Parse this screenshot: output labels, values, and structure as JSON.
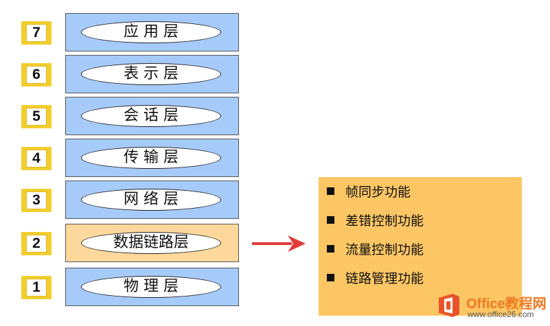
{
  "layers": [
    {
      "number": "7",
      "name": "应 用 层"
    },
    {
      "number": "6",
      "name": "表 示 层"
    },
    {
      "number": "5",
      "name": "会 话 层"
    },
    {
      "number": "4",
      "name": "传 输 层"
    },
    {
      "number": "3",
      "name": "网 络 层"
    },
    {
      "number": "2",
      "name": "数据链路层"
    },
    {
      "number": "1",
      "name": "物 理 层"
    }
  ],
  "functions": [
    "帧同步功能",
    "差错控制功能",
    "流量控制功能",
    "链路管理功能"
  ],
  "watermark": {
    "name": "Office教程网",
    "url": "www.office26.com"
  },
  "colors": {
    "layer_fill": "#a6cbfa",
    "highlight_fill": "#fdd89c",
    "panel_fill": "#fcc665",
    "number_badge": "#f2ce2e",
    "arrow": "#e23a3a",
    "watermark": "#f07820"
  }
}
